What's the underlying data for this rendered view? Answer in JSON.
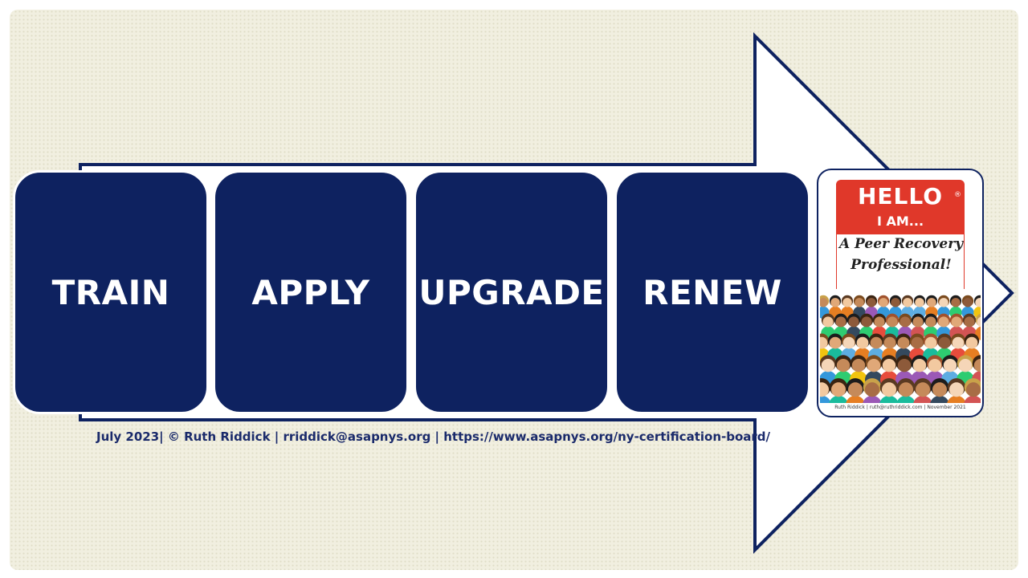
{
  "steps": [
    {
      "label": "TRAIN"
    },
    {
      "label": "APPLY"
    },
    {
      "label": "UPGRADE"
    },
    {
      "label": "RENEW"
    }
  ],
  "footer": {
    "text": "July 2023| © Ruth Riddick | rriddick@asapnys.org | https://www.asapnys.org/ny-certification-board/"
  },
  "badge": {
    "hello": "HELLO",
    "registered": "®",
    "iam": "I AM...",
    "line1": "A Peer Recovery",
    "line2": "Professional!",
    "caption": "Ruth Riddick | ruth@ruthriddick.com | November 2021"
  },
  "colors": {
    "navy": "#0e2260",
    "badge_red": "#e0382a",
    "background": "#f1efe0"
  }
}
